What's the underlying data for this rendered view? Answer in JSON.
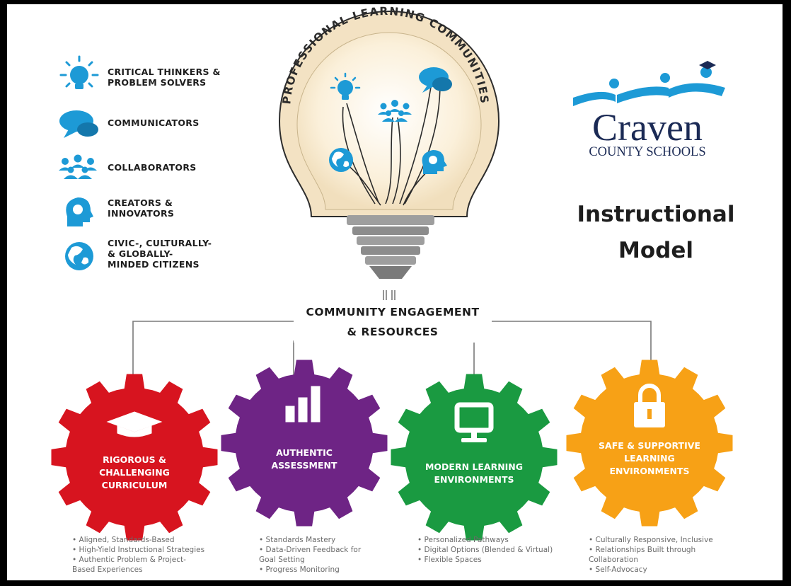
{
  "legend": [
    {
      "icon": "lightbulb-icon",
      "label_lines": [
        "CRITICAL THINKERS &",
        "PROBLEM SOLVERS"
      ]
    },
    {
      "icon": "speech-bubbles-icon",
      "label_lines": [
        "COMMUNICATORS"
      ]
    },
    {
      "icon": "people-group-icon",
      "label_lines": [
        "COLLABORATORS"
      ]
    },
    {
      "icon": "head-brain-icon",
      "label_lines": [
        "CREATORS &",
        "INNOVATORS"
      ]
    },
    {
      "icon": "globe-icon",
      "label_lines": [
        "CIVIC-, CULTURALLY-",
        "& GLOBALLY-",
        "MINDED CITIZENS"
      ]
    }
  ],
  "bulb_arc_text": "PROFESSIONAL LEARNING COMMUNITIES",
  "logo": {
    "name": "Craven",
    "subtitle": "COUNTY SCHOOLS"
  },
  "model_title": {
    "line1": "Instructional",
    "line2": "Model"
  },
  "center_label": {
    "line1": "COMMUNITY ENGAGEMENT",
    "line2": "& RESOURCES"
  },
  "gears": [
    {
      "color": "#d7141f",
      "icon": "mortarboard-icon",
      "title_lines": [
        "RIGOROUS &",
        "CHALLENGING",
        "CURRICULUM"
      ],
      "bullets": [
        "• Aligned, Standards-Based",
        "• High-Yield Instructional Strategies",
        "• Authentic Problem & Project-",
        "   Based Experiences"
      ]
    },
    {
      "color": "#6e2485",
      "icon": "bar-chart-icon",
      "title_lines": [
        "AUTHENTIC",
        "ASSESSMENT"
      ],
      "bullets": [
        "• Standards Mastery",
        "• Data-Driven Feedback for",
        "   Goal Setting",
        "• Progress Monitoring"
      ]
    },
    {
      "color": "#1a9a41",
      "icon": "monitor-icon",
      "title_lines": [
        "MODERN LEARNING",
        "ENVIRONMENTS"
      ],
      "bullets": [
        "• Personalized Pathways",
        "• Digital Options (Blended & Virtual)",
        "• Flexible Spaces"
      ]
    },
    {
      "color": "#f7a116",
      "icon": "padlock-icon",
      "title_lines": [
        "SAFE & SUPPORTIVE",
        "LEARNING",
        "ENVIRONMENTS"
      ],
      "bullets": [
        "• Culturally Responsive, Inclusive",
        "• Relationships Built through",
        "   Collaboration",
        "• Self-Advocacy"
      ]
    }
  ],
  "colors": {
    "icon_blue": "#1d9ad6",
    "logo_navy": "#1b2a55"
  }
}
